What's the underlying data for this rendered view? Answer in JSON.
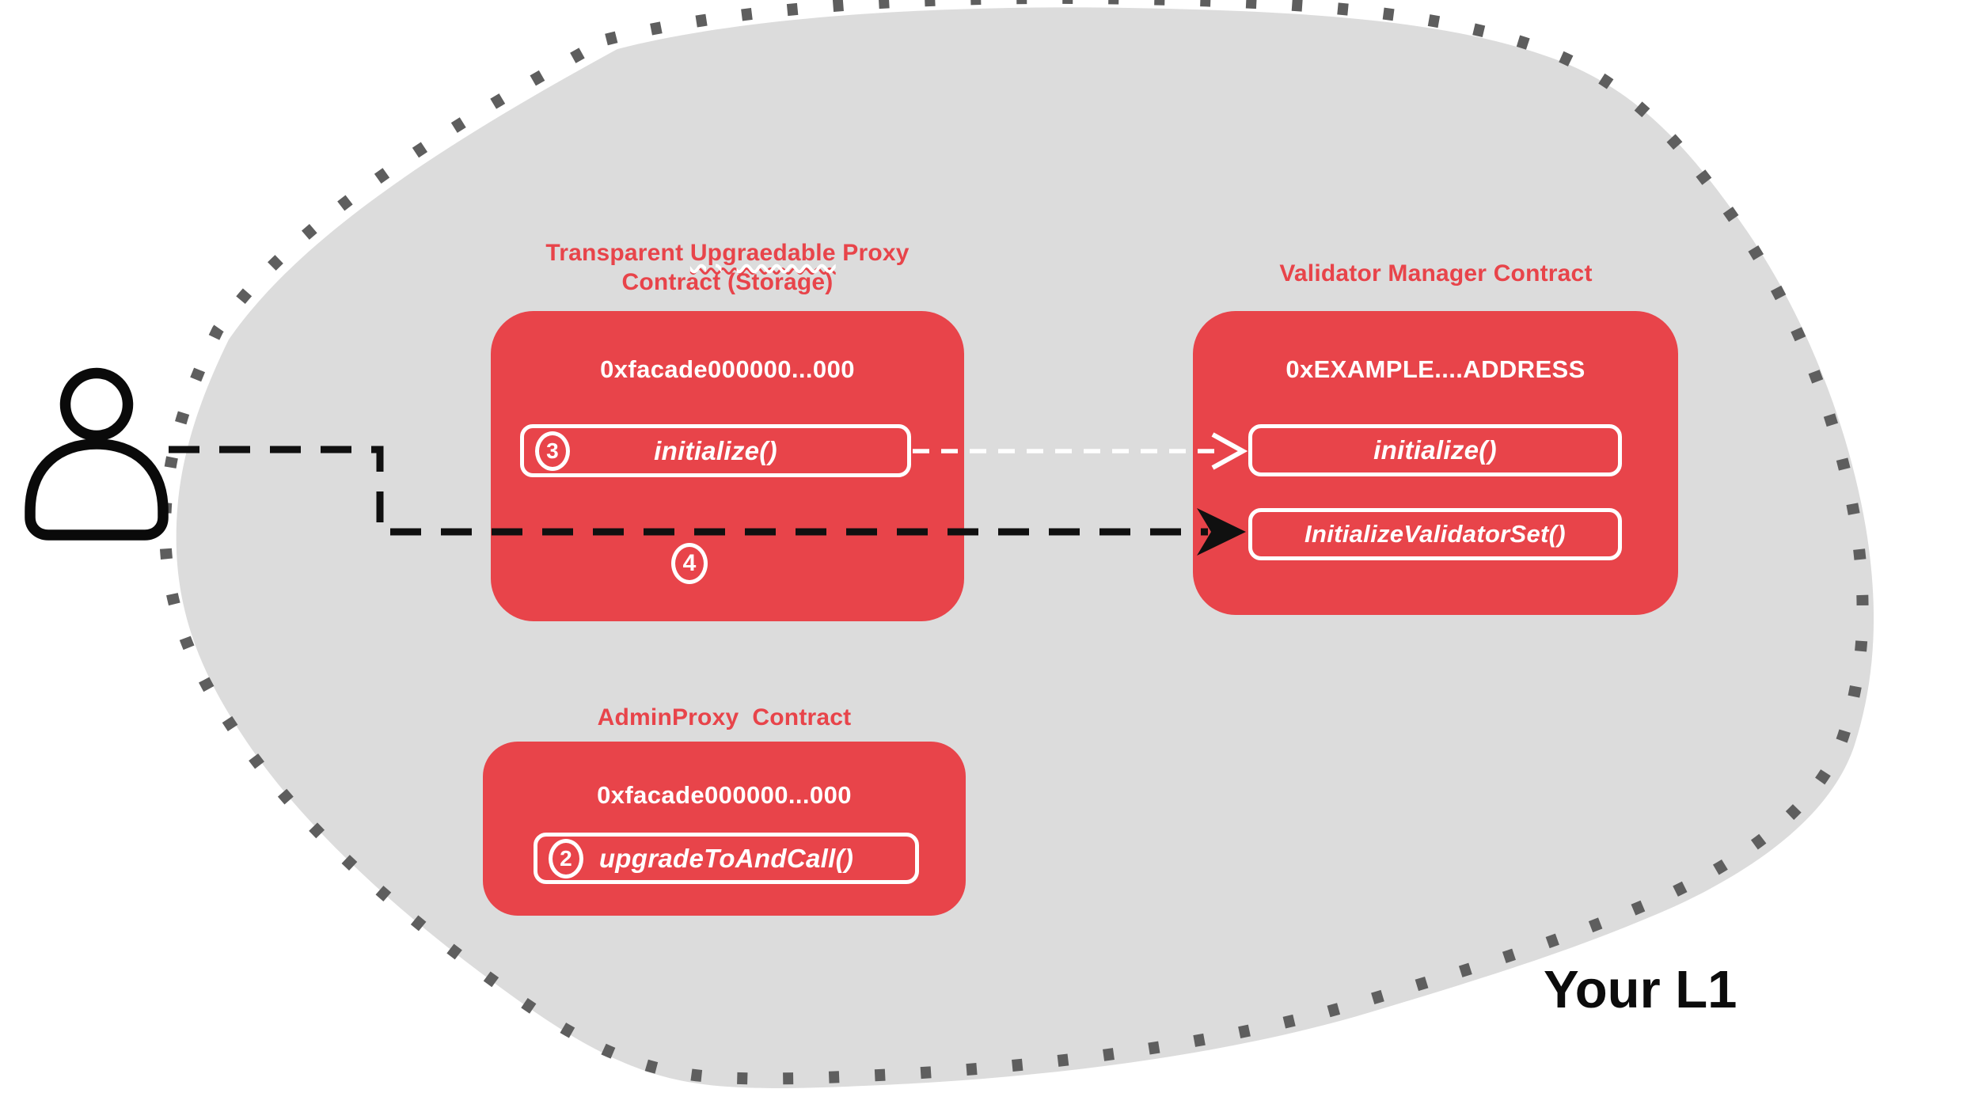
{
  "colors": {
    "accent_red": "#e8444a",
    "blob_fill": "#dcdcdc",
    "border_dots": "#5e5e5e",
    "ink": "#0c0c0c",
    "white": "#ffffff"
  },
  "region_label": "Your L1",
  "icons": {
    "user": "person-outline"
  },
  "proxy_contract": {
    "title_pre": "Transparent ",
    "title_misspelled": "Upgraedable",
    "title_post": " Proxy",
    "title_line2": "Contract (Storage)",
    "address": "0xfacade000000...000",
    "method": "initialize()",
    "step": "3",
    "step_next": "4"
  },
  "validator_contract": {
    "title": "Validator Manager Contract",
    "address": "0xEXAMPLE....ADDRESS",
    "method_initialize": "initialize()",
    "method_initialize_validator_set": "InitializeValidatorSet()"
  },
  "admin_contract": {
    "title": "AdminProxy  Contract",
    "address": "0xfacade000000...000",
    "method": "upgradeToAndCall()",
    "step": "2"
  }
}
